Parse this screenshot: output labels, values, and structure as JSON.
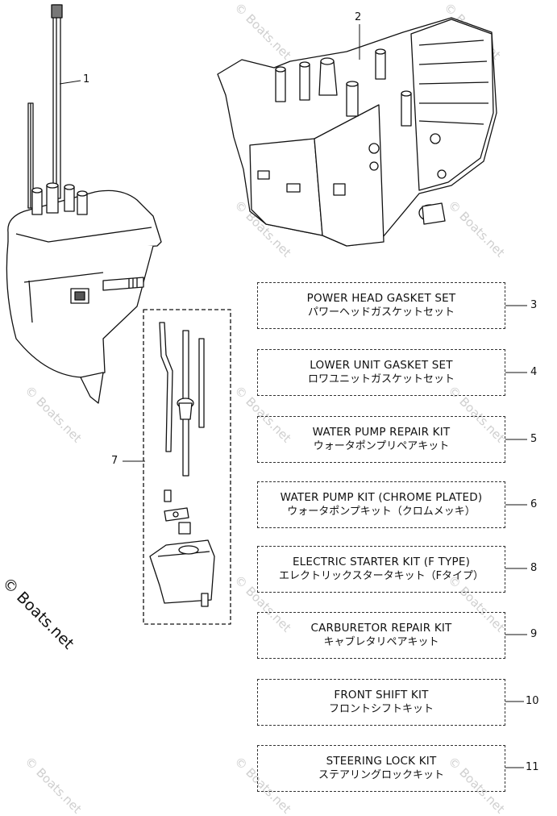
{
  "kits": [
    {
      "no": "3",
      "en": "POWER HEAD GASKET SET",
      "jp": "パワーヘッドガスケットセット"
    },
    {
      "no": "4",
      "en": "LOWER UNIT GASKET SET",
      "jp": "ロワユニットガスケットセット"
    },
    {
      "no": "5",
      "en": "WATER PUMP REPAIR KIT",
      "jp": "ウォータポンプリペアキット"
    },
    {
      "no": "6",
      "en": "WATER PUMP KIT (CHROME PLATED)",
      "jp": "ウォータポンプキット（クロムメッキ）"
    },
    {
      "no": "8",
      "en": "ELECTRIC STARTER KIT (F TYPE)",
      "jp": "エレクトリックスタータキット（Fタイプ）"
    },
    {
      "no": "9",
      "en": "CARBURETOR REPAIR KIT",
      "jp": "キャブレタリペアキット"
    },
    {
      "no": "10",
      "en": "FRONT SHIFT KIT",
      "jp": "フロントシフトキット"
    },
    {
      "no": "11",
      "en": "STEERING LOCK KIT",
      "jp": "ステアリングロックキット"
    }
  ],
  "callouts": {
    "lower_unit": "1",
    "power_head": "2",
    "water_pump_group": "7"
  },
  "watermark": "© Boats.net",
  "copyright": "© Boats.net"
}
